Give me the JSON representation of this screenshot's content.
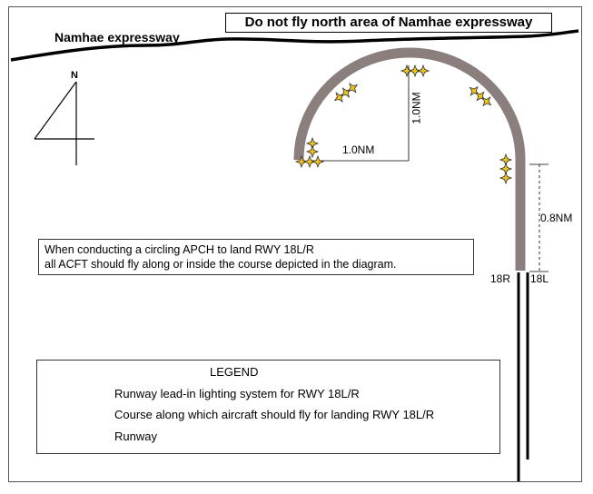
{
  "notice": {
    "text": "Do not fly north area of Namhae expressway"
  },
  "road": {
    "label": "Namhae expressway"
  },
  "north_arrow": {
    "label": "N"
  },
  "dimensions": {
    "horizontal": "1.0NM",
    "vertical": "1.0NM",
    "straight": "0.8NM"
  },
  "runways": {
    "left": "18R",
    "right": "18L"
  },
  "note": {
    "line1": "When conducting a circling APCH to land RWY 18L/R",
    "line2": "all ACFT should fly along or inside the course depicted in the diagram."
  },
  "legend": {
    "title": "LEGEND",
    "lights": "Runway lead-in lighting system for RWY 18L/R",
    "course": "Course along which aircraft should fly for landing RWY 18L/R",
    "runway": "Runway"
  },
  "colors": {
    "course": "#8a7f7d",
    "light_fill": "#f0c419",
    "light_stroke": "#333333"
  }
}
